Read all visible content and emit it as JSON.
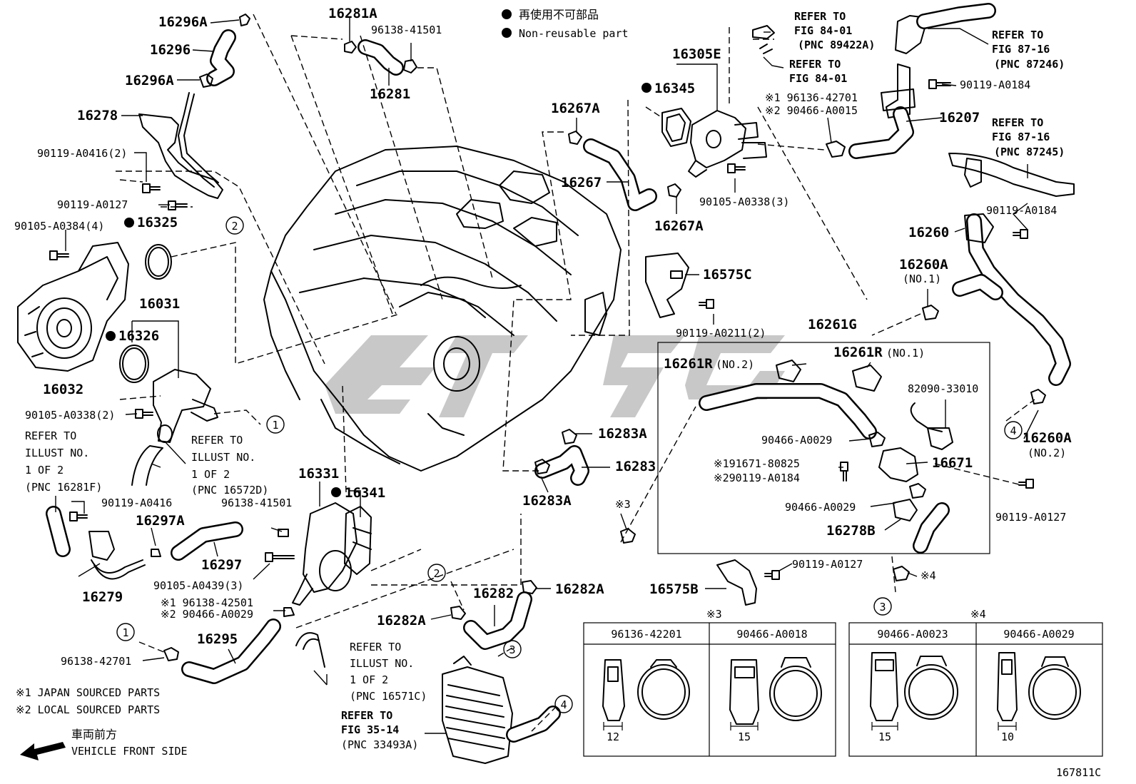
{
  "legend": {
    "jp_nonreusable": "再使用不可部品",
    "en_nonreusable": "Non-reusable part"
  },
  "labels": [
    {
      "id": "16296A_top",
      "text": "16296A"
    },
    {
      "id": "16296",
      "text": "16296"
    },
    {
      "id": "16296A_mid",
      "text": "16296A"
    },
    {
      "id": "16278",
      "text": "16278"
    },
    {
      "id": "90119-A0416-2",
      "text": "90119-A0416(2)"
    },
    {
      "id": "90119-A0127-a",
      "text": "90119-A0127"
    },
    {
      "id": "90105-A0384-4",
      "text": "90105-A0384(4)"
    },
    {
      "id": "16325",
      "text": "16325"
    },
    {
      "id": "16031",
      "text": "16031"
    },
    {
      "id": "16326",
      "text": "16326"
    },
    {
      "id": "16032",
      "text": "16032"
    },
    {
      "id": "90105-A0338-2",
      "text": "90105-A0338(2)"
    },
    {
      "id": "16281A",
      "text": "16281A"
    },
    {
      "id": "96138-41501-a",
      "text": "96138-41501"
    },
    {
      "id": "16281",
      "text": "16281"
    },
    {
      "id": "16267A_top",
      "text": "16267A"
    },
    {
      "id": "16267",
      "text": "16267"
    },
    {
      "id": "16267A_bot",
      "text": "16267A"
    },
    {
      "id": "16345",
      "text": "16345"
    },
    {
      "id": "16305E",
      "text": "16305E"
    },
    {
      "id": "96136-42701-a",
      "text": "※1 96136-42701"
    },
    {
      "id": "90466-A0015",
      "text": "※2 90466-A0015"
    },
    {
      "id": "90105-A0338-3",
      "text": "90105-A0338(3)"
    },
    {
      "id": "90119-A0184-a",
      "text": "90119-A0184"
    },
    {
      "id": "16207",
      "text": "16207"
    },
    {
      "id": "90119-A0184-b",
      "text": "90119-A0184"
    },
    {
      "id": "16260",
      "text": "16260"
    },
    {
      "id": "16260A_1",
      "text": "16260A"
    },
    {
      "id": "16260A_1n",
      "text": "(NO.1)"
    },
    {
      "id": "16575C",
      "text": "16575C"
    },
    {
      "id": "90119-A0211-2",
      "text": "90119-A0211(2)"
    },
    {
      "id": "16261G",
      "text": "16261G"
    },
    {
      "id": "16261R_2",
      "text": "16261R"
    },
    {
      "id": "16261R_2n",
      "text": "(NO.2)"
    },
    {
      "id": "16261R_1",
      "text": "16261R"
    },
    {
      "id": "16261R_1n",
      "text": "(NO.1)"
    },
    {
      "id": "82090-33010",
      "text": "82090-33010"
    },
    {
      "id": "90466-A0029-a",
      "text": "90466-A0029"
    },
    {
      "id": "91671-80825",
      "text": "※191671-80825"
    },
    {
      "id": "90119-A0184-c",
      "text": "※290119-A0184"
    },
    {
      "id": "16671",
      "text": "16671"
    },
    {
      "id": "90466-A0029-b",
      "text": "90466-A0029"
    },
    {
      "id": "16278B",
      "text": "16278B"
    },
    {
      "id": "16260A_2",
      "text": "16260A"
    },
    {
      "id": "16260A_2n",
      "text": "(NO.2)"
    },
    {
      "id": "90119-A0127-b",
      "text": "90119-A0127"
    },
    {
      "id": "16283A_top",
      "text": "16283A"
    },
    {
      "id": "16283",
      "text": "16283"
    },
    {
      "id": "16283A_bot",
      "text": "16283A"
    },
    {
      "id": "16331",
      "text": "16331"
    },
    {
      "id": "16341",
      "text": "16341"
    },
    {
      "id": "96138-41501-b",
      "text": "96138-41501"
    },
    {
      "id": "90119-A0416",
      "text": "90119-A0416"
    },
    {
      "id": "16297A",
      "text": "16297A"
    },
    {
      "id": "16297",
      "text": "16297"
    },
    {
      "id": "16279",
      "text": "16279"
    },
    {
      "id": "90105-A0439-3",
      "text": "90105-A0439(3)"
    },
    {
      "id": "96138-42501",
      "text": "※1 96138-42501"
    },
    {
      "id": "90466-A0029-c",
      "text": "※2 90466-A0029"
    },
    {
      "id": "16295",
      "text": "16295"
    },
    {
      "id": "96138-42701-b",
      "text": "96138-42701"
    },
    {
      "id": "16282",
      "text": "16282"
    },
    {
      "id": "16282A_r",
      "text": "16282A"
    },
    {
      "id": "16282A_l",
      "text": "16282A"
    },
    {
      "id": "90119-A0127-c",
      "text": "90119-A0127"
    },
    {
      "id": "16575B",
      "text": "16575B"
    },
    {
      "id": "mark3",
      "text": "※3"
    },
    {
      "id": "mark4",
      "text": "※4"
    },
    {
      "id": "diagram_no",
      "text": "167811C"
    }
  ],
  "refer_blocks": [
    {
      "id": "ref-84-01a",
      "lines": [
        "REFER TO",
        "FIG 84-01",
        "(PNC 89422A)"
      ]
    },
    {
      "id": "ref-84-01b",
      "lines": [
        "REFER TO",
        "FIG 84-01"
      ]
    },
    {
      "id": "ref-87-16a",
      "lines": [
        "REFER TO",
        "FIG 87-16",
        "(PNC 87246)"
      ]
    },
    {
      "id": "ref-87-16b",
      "lines": [
        "REFER TO",
        "FIG 87-16",
        "(PNC 87245)"
      ]
    },
    {
      "id": "ref-16281F",
      "lines": [
        "REFER TO",
        "ILLUST NO.",
        "1 OF 2",
        "(PNC 16281F)"
      ]
    },
    {
      "id": "ref-16572D",
      "lines": [
        "REFER TO",
        "ILLUST NO.",
        "1 OF 2",
        "(PNC 16572D)"
      ]
    },
    {
      "id": "ref-16571C",
      "lines": [
        "REFER TO",
        "ILLUST NO.",
        "1 OF 2",
        "(PNC 16571C)"
      ]
    },
    {
      "id": "ref-35-14",
      "lines": [
        "REFER TO",
        "FIG 35-14",
        "(PNC 33493A)"
      ]
    }
  ],
  "circles": [
    "1",
    "1",
    "2",
    "2",
    "3",
    "3",
    "4",
    "4"
  ],
  "notes": {
    "n1": "※1 JAPAN SOURCED PARTS",
    "n2": "※2 LOCAL SOURCED PARTS",
    "dir_jp": "車両前方",
    "dir_en": "VEHICLE FRONT SIDE"
  },
  "clamp_tables": [
    {
      "mark": "※3",
      "cols": [
        {
          "part": "96136-42201",
          "dim": "12"
        },
        {
          "part": "90466-A0018",
          "dim": "15"
        }
      ]
    },
    {
      "mark": "※4",
      "cols": [
        {
          "part": "90466-A0023",
          "dim": "15"
        },
        {
          "part": "90466-A0029",
          "dim": "10"
        }
      ]
    }
  ]
}
